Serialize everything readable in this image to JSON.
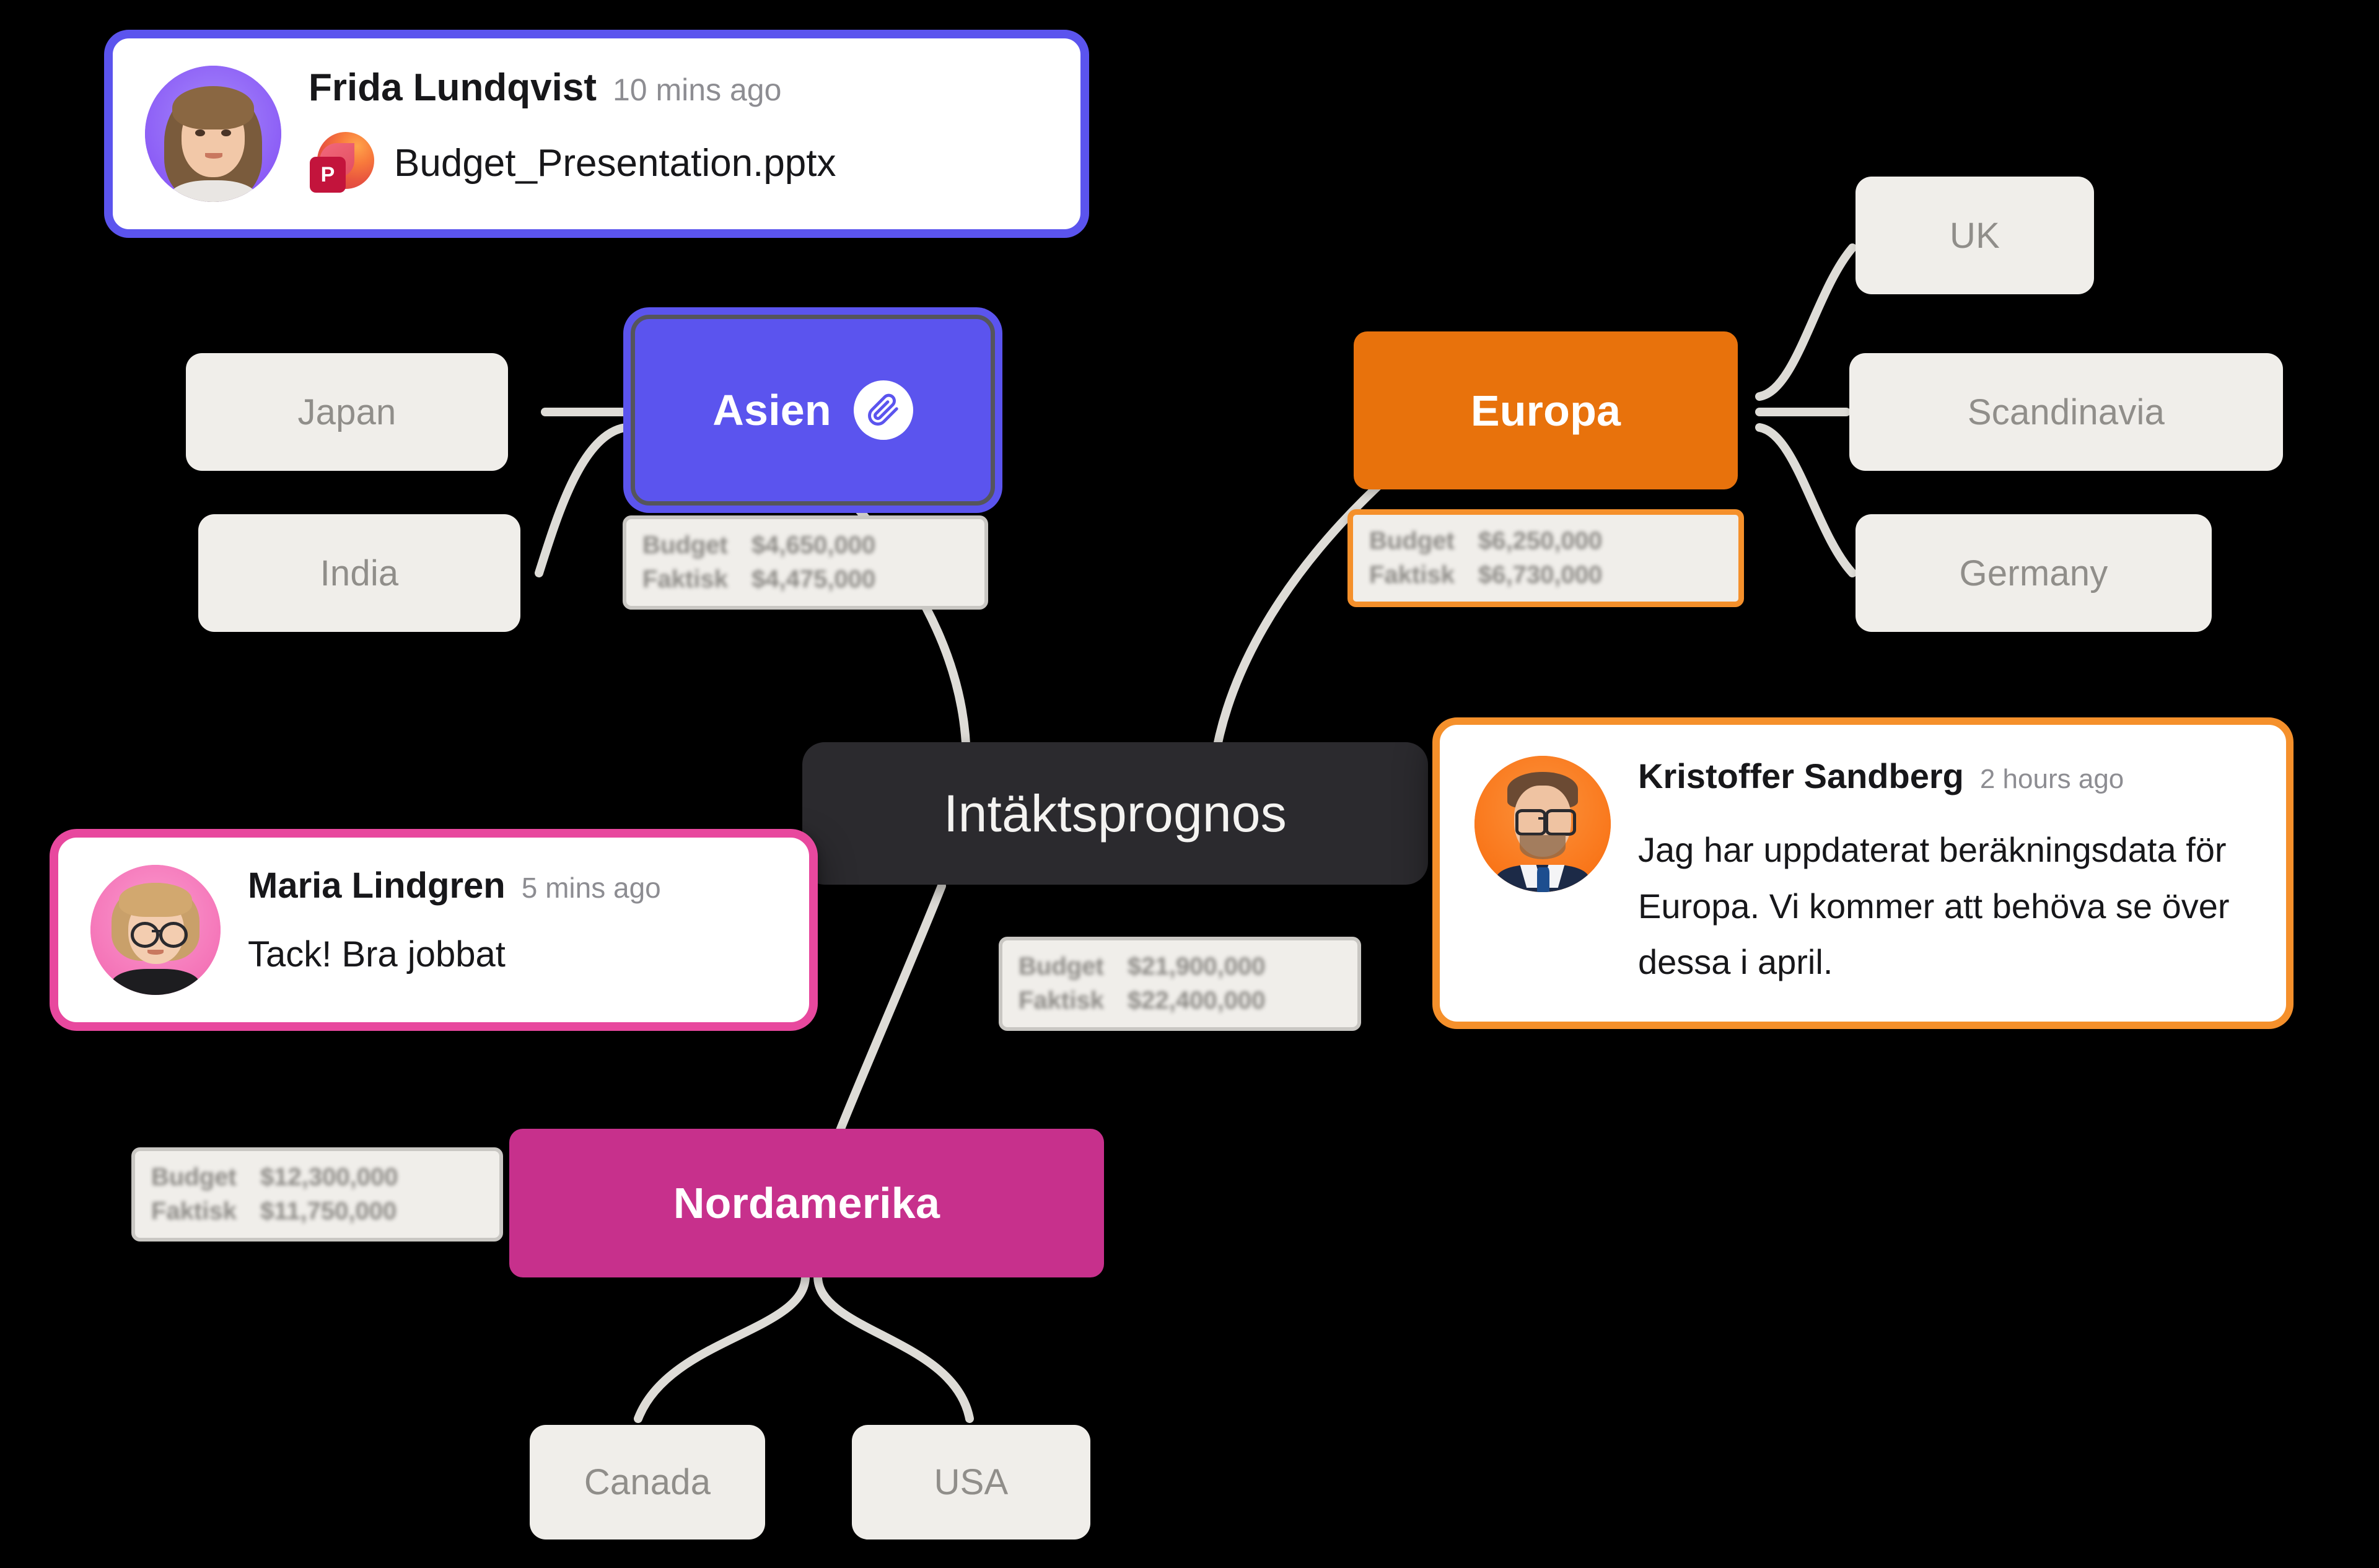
{
  "canvas": {
    "background": "#000000",
    "edge_color": "#DEDCD7",
    "leaf_bg": "#F0EEEA",
    "leaf_text": "#908E8A"
  },
  "root": {
    "label": "Intäktsprognos",
    "bg": "#2B2A2E",
    "text": "#F4F3F1"
  },
  "branches": [
    {
      "id": "asien",
      "label": "Asien",
      "bg": "#5B54EE",
      "selected": true,
      "attachment_icon": "paperclip-icon"
    },
    {
      "id": "europa",
      "label": "Europa",
      "bg": "#E8720C",
      "selected": false,
      "attachment_icon": null
    },
    {
      "id": "nordamerika",
      "label": "Nordamerika",
      "bg": "#C7308C",
      "selected": false,
      "attachment_icon": null
    }
  ],
  "leaves": [
    {
      "id": "japan",
      "label": "Japan"
    },
    {
      "id": "india",
      "label": "India"
    },
    {
      "id": "uk",
      "label": "UK"
    },
    {
      "id": "scandinavia",
      "label": "Scandinavia"
    },
    {
      "id": "germany",
      "label": "Germany"
    },
    {
      "id": "canada",
      "label": "Canada"
    },
    {
      "id": "usa",
      "label": "USA"
    }
  ],
  "chips": [
    {
      "id": "chip-asien",
      "budget_label": "Budget",
      "budget_value": "$4,650,000",
      "actual_label": "Faktisk",
      "actual_value": "$4,475,000",
      "highlight": false
    },
    {
      "id": "chip-europa",
      "budget_label": "Budget",
      "budget_value": "$6,250,000",
      "actual_label": "Faktisk",
      "actual_value": "$6,730,000",
      "highlight": true,
      "highlight_color": "#F5902B"
    },
    {
      "id": "chip-root",
      "budget_label": "Budget",
      "budget_value": "$21,900,000",
      "actual_label": "Faktisk",
      "actual_value": "$22,400,000",
      "highlight": false
    },
    {
      "id": "chip-nordamerika",
      "budget_label": "Budget",
      "budget_value": "$12,300,000",
      "actual_label": "Faktisk",
      "actual_value": "$11,750,000",
      "highlight": false
    }
  ],
  "cards": [
    {
      "id": "card-frida",
      "author": "Frida Lundqvist",
      "timestamp": "10 mins ago",
      "border_color": "#5B54EE",
      "avatar_bg": "#8B5CF6",
      "attachment": {
        "filename": "Budget_Presentation.pptx",
        "icon": "powerpoint-icon",
        "badge_letter": "P"
      },
      "message": null
    },
    {
      "id": "card-maria",
      "author": "Maria Lindgren",
      "timestamp": "5 mins ago",
      "border_color": "#E8489E",
      "avatar_bg": "#F472B6",
      "attachment": null,
      "message": "Tack! Bra jobbat"
    },
    {
      "id": "card-kristoffer",
      "author": "Kristoffer Sandberg",
      "timestamp": "2 hours ago",
      "border_color": "#F5902B",
      "avatar_bg": "#F97316",
      "attachment": null,
      "message": "Jag har uppdaterat beräkningsdata för Europa. Vi kommer att behöva se över dessa i april."
    }
  ]
}
